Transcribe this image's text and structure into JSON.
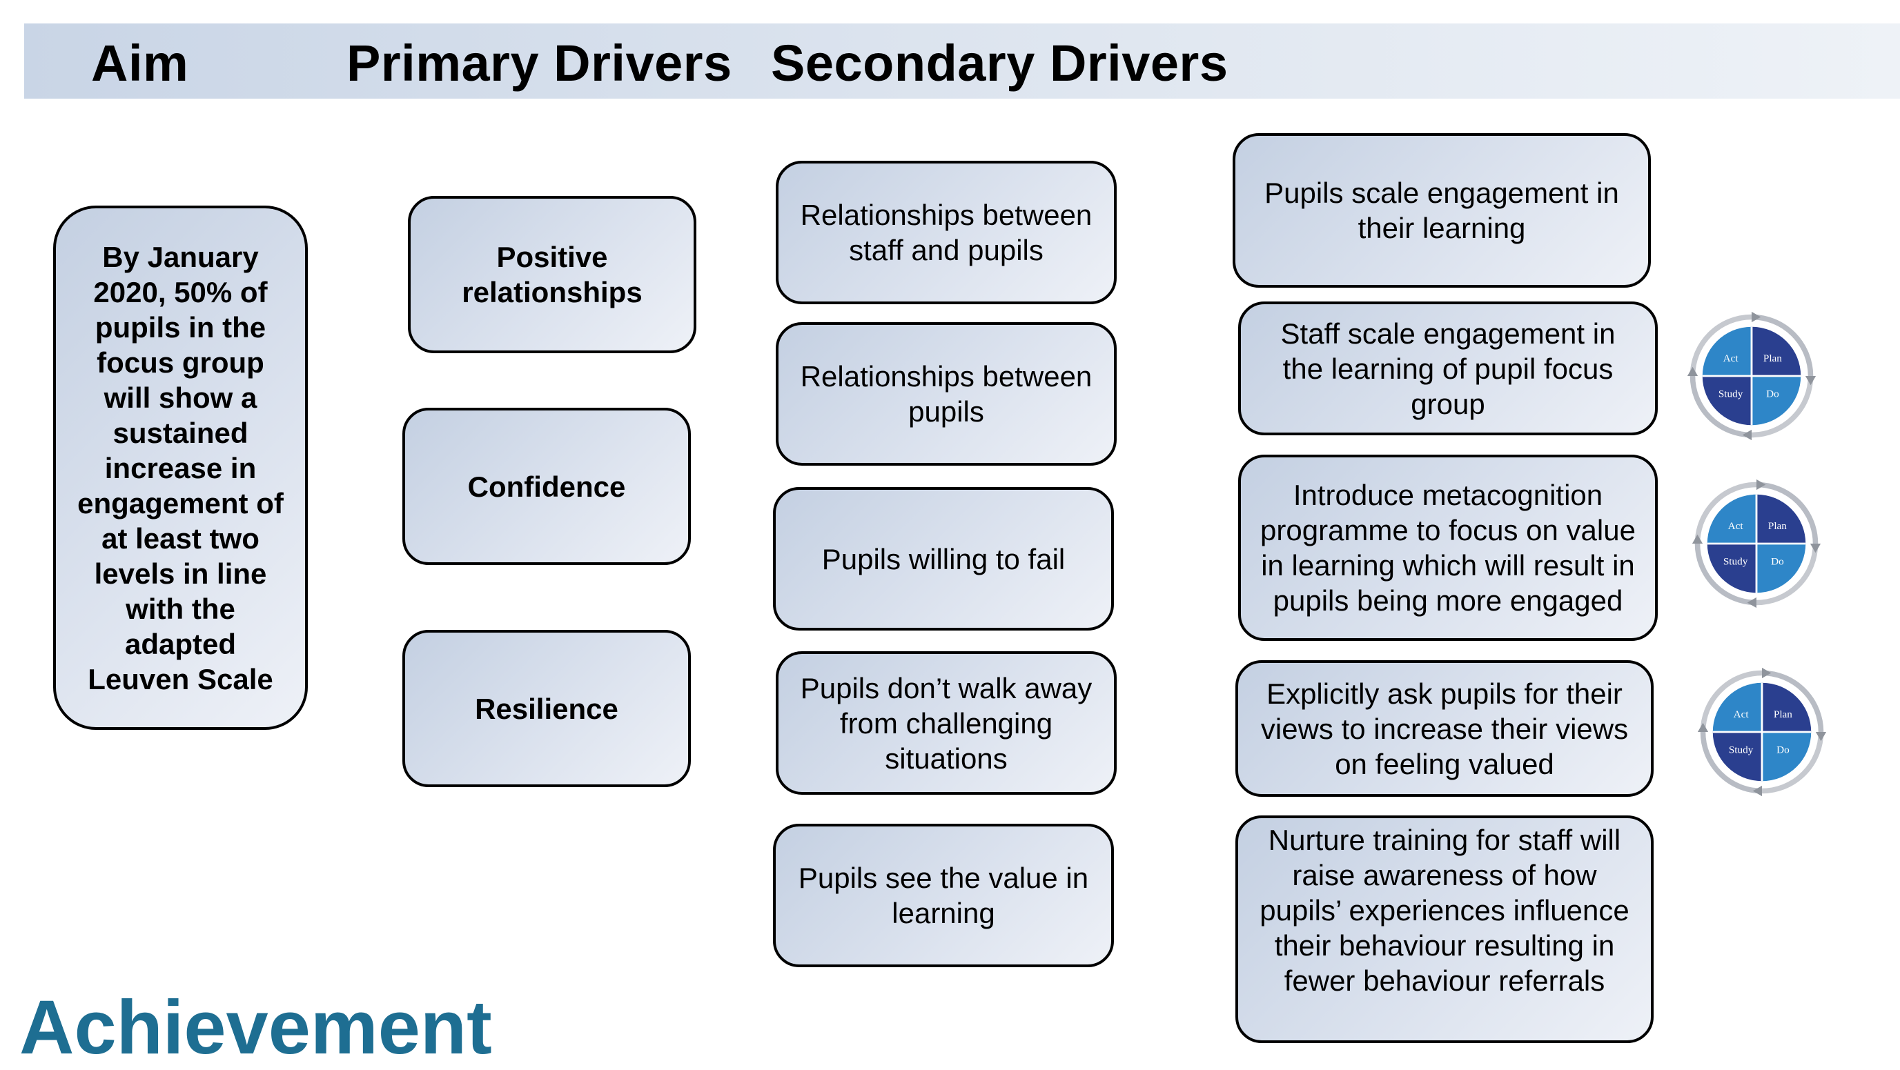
{
  "headers": {
    "aim": "Aim",
    "primary": "Primary Drivers",
    "secondary": "Secondary Drivers"
  },
  "aim_text": "By January 2020, 50% of pupils in the focus group will show a sustained increase in engagement of at least two levels in line with the adapted Leuven Scale",
  "primary_drivers": [
    "Positive relationships",
    "Confidence",
    "Resilience"
  ],
  "secondary_drivers": [
    "Relationships between staff and pupils",
    "Relationships between pupils",
    "Pupils willing to fail",
    "Pupils don’t walk away from challenging situations",
    "Pupils see the value in learning"
  ],
  "change_ideas": [
    "Pupils scale engagement in their learning",
    "Staff scale engagement in the learning of pupil focus group",
    "Introduce metacognition programme to focus on value in learning which will result in pupils being more engaged",
    "Explicitly ask pupils for their views to increase their views on feeling valued",
    "Nurture training for staff will raise awareness of how pupils’ experiences influence their behaviour resulting in fewer behaviour referrals"
  ],
  "pdsa_cycle": {
    "labels": [
      "Act",
      "Plan",
      "Study",
      "Do"
    ],
    "icon": "pdsa-cycle-icon",
    "colors": {
      "dark": "#2a3f8f",
      "light": "#2e86c8",
      "ring": "#b8bcc4"
    }
  },
  "footer_text": "Achievement"
}
